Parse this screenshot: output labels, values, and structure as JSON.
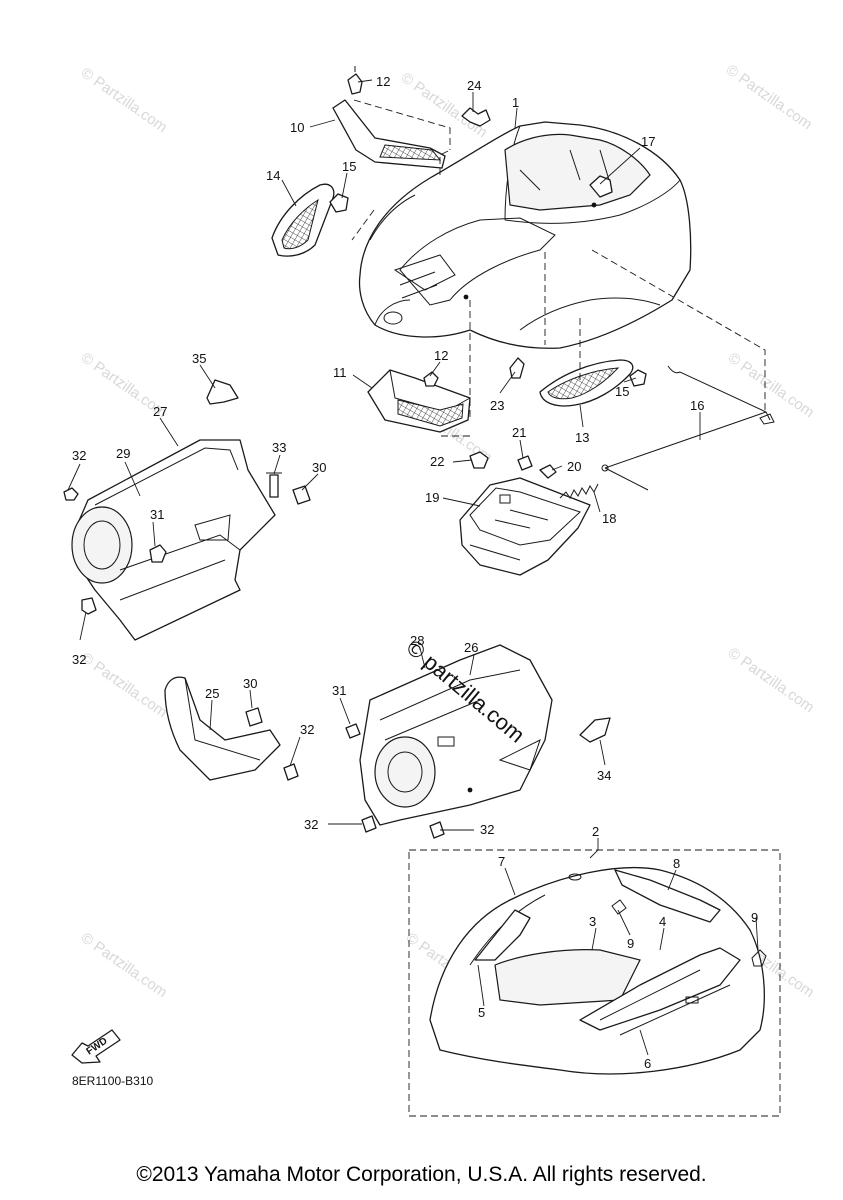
{
  "diagram": {
    "callouts": [
      {
        "id": "c1",
        "label": "1"
      },
      {
        "id": "c2",
        "label": "2"
      },
      {
        "id": "c3",
        "label": "3"
      },
      {
        "id": "c4",
        "label": "4"
      },
      {
        "id": "c5",
        "label": "5"
      },
      {
        "id": "c6",
        "label": "6"
      },
      {
        "id": "c7",
        "label": "7"
      },
      {
        "id": "c8",
        "label": "8"
      },
      {
        "id": "c9a",
        "label": "9"
      },
      {
        "id": "c9b",
        "label": "9"
      },
      {
        "id": "c10",
        "label": "10"
      },
      {
        "id": "c11",
        "label": "11"
      },
      {
        "id": "c12a",
        "label": "12"
      },
      {
        "id": "c12b",
        "label": "12"
      },
      {
        "id": "c13",
        "label": "13"
      },
      {
        "id": "c14",
        "label": "14"
      },
      {
        "id": "c15a",
        "label": "15"
      },
      {
        "id": "c15b",
        "label": "15"
      },
      {
        "id": "c16",
        "label": "16"
      },
      {
        "id": "c17",
        "label": "17"
      },
      {
        "id": "c18",
        "label": "18"
      },
      {
        "id": "c19",
        "label": "19"
      },
      {
        "id": "c20",
        "label": "20"
      },
      {
        "id": "c21",
        "label": "21"
      },
      {
        "id": "c22",
        "label": "22"
      },
      {
        "id": "c23",
        "label": "23"
      },
      {
        "id": "c24",
        "label": "24"
      },
      {
        "id": "c25",
        "label": "25"
      },
      {
        "id": "c26",
        "label": "26"
      },
      {
        "id": "c27",
        "label": "27"
      },
      {
        "id": "c28",
        "label": "28"
      },
      {
        "id": "c29",
        "label": "29"
      },
      {
        "id": "c30a",
        "label": "30"
      },
      {
        "id": "c30b",
        "label": "30"
      },
      {
        "id": "c31a",
        "label": "31"
      },
      {
        "id": "c31b",
        "label": "31"
      },
      {
        "id": "c32a",
        "label": "32"
      },
      {
        "id": "c32b",
        "label": "32"
      },
      {
        "id": "c32c",
        "label": "32"
      },
      {
        "id": "c32d",
        "label": "32"
      },
      {
        "id": "c32e",
        "label": "32"
      },
      {
        "id": "c33",
        "label": "33"
      },
      {
        "id": "c34",
        "label": "34"
      },
      {
        "id": "c35",
        "label": "35"
      }
    ],
    "fwd_label": "FWD",
    "drawing_code": "8ER1100-B310",
    "watermark": "© Partzilla.com",
    "center_watermark": "© partzilla.com",
    "copyright": "©2013 Yamaha Motor Corporation, U.S.A. All rights reserved."
  }
}
